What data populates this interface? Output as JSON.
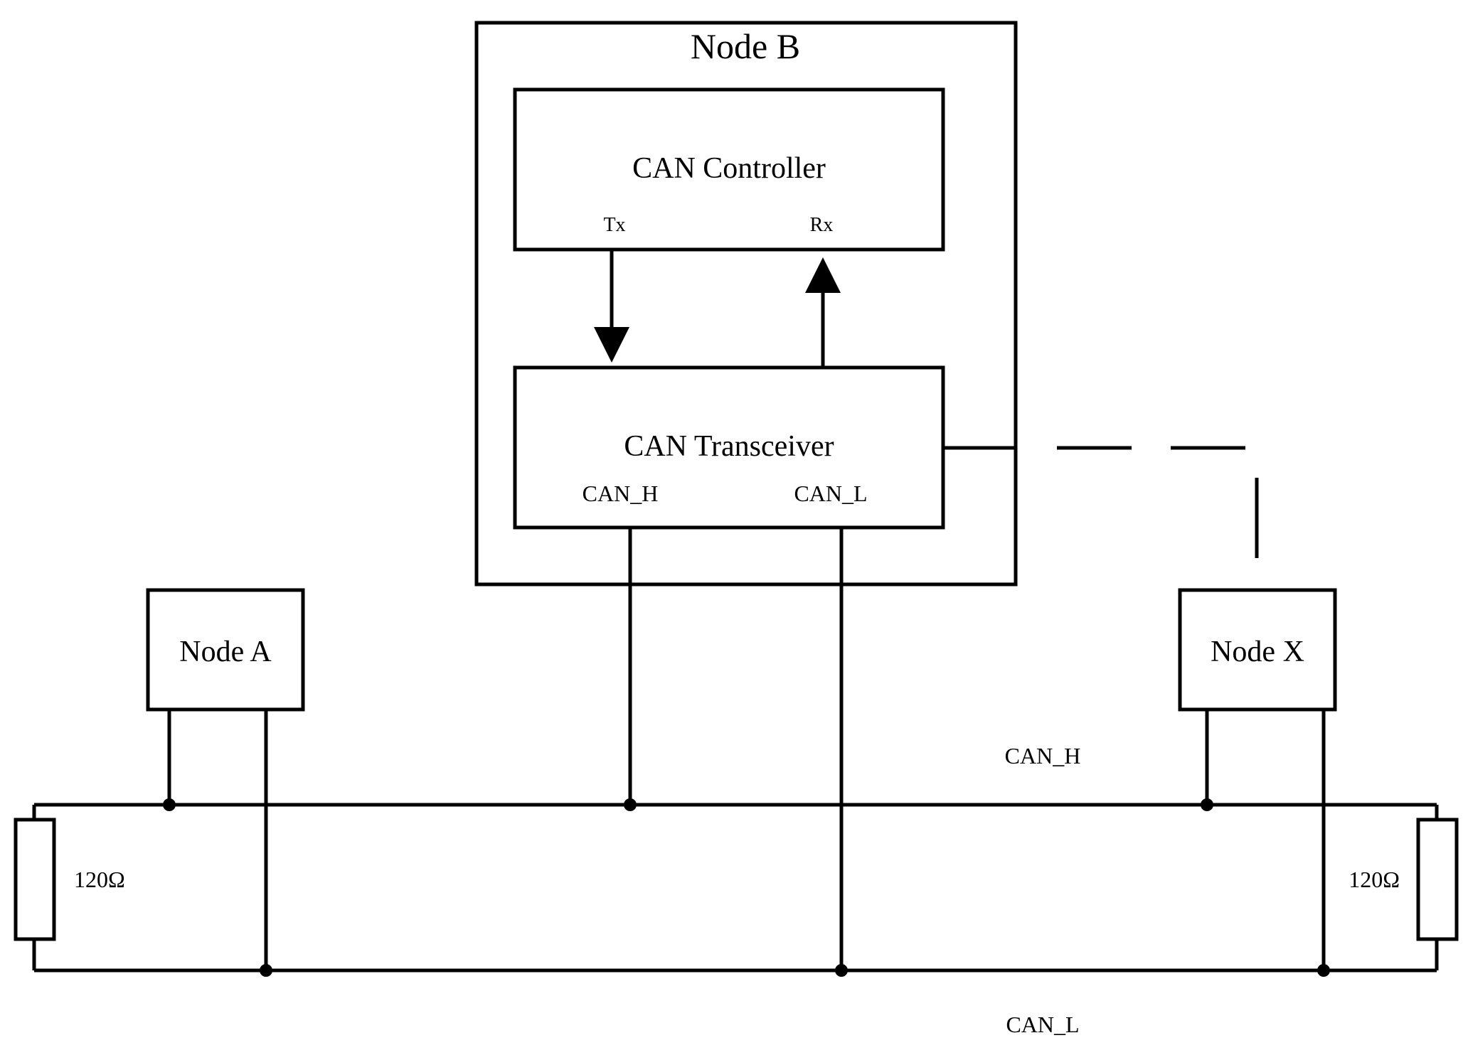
{
  "nodes": {
    "node_b": {
      "title": "Node B"
    },
    "controller": {
      "label": "CAN Controller",
      "tx_label": "Tx",
      "rx_label": "Rx"
    },
    "transceiver": {
      "label": "CAN Transceiver",
      "can_h_label": "CAN_H",
      "can_l_label": "CAN_L"
    },
    "node_a": {
      "label": "Node A"
    },
    "node_x": {
      "label": "Node X"
    }
  },
  "bus": {
    "can_h_label": "CAN_H",
    "can_l_label": "CAN_L",
    "left_resistor": "120Ω",
    "right_resistor": "120Ω"
  }
}
